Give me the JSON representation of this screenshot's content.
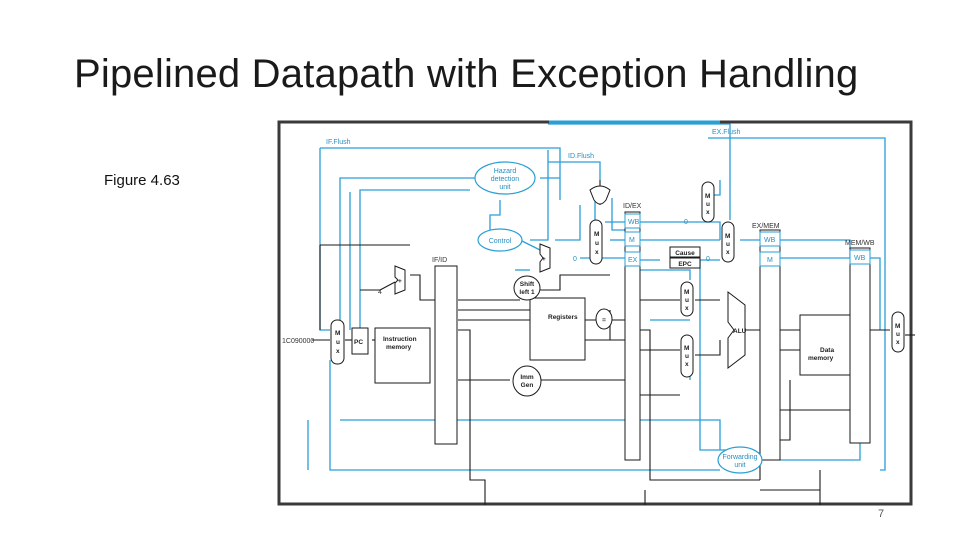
{
  "slide": {
    "title": "Pipelined Datapath with Exception Handling",
    "caption": "Figure 4.63",
    "page_number": "7"
  },
  "diagram": {
    "labels": {
      "if_flush": "IF.Flush",
      "id_flush": "ID.Flush",
      "ex_flush": "EX.Flush",
      "hazard_line1": "Hazard",
      "hazard_line2": "detection",
      "hazard_line3": "unit",
      "control": "Control",
      "if_id": "IF/ID",
      "id_ex": "ID/EX",
      "ex_mem": "EX/MEM",
      "mem_wb": "MEM/WB",
      "wb": "WB",
      "m": "M",
      "ex": "EX",
      "cause": "Cause",
      "epc": "EPC",
      "shift_line1": "Shift",
      "shift_line2": "left 1",
      "registers": "Registers",
      "equals": "=",
      "imm_line1": "Imm",
      "imm_line2": "Gen",
      "alu": "ALU",
      "data_mem_line1": "Data",
      "data_mem_line2": "memory",
      "instr_mem_line1": "Instruction",
      "instr_mem_line2": "memory",
      "pc": "PC",
      "address": "1C090000",
      "four": "4",
      "zero": "0",
      "fwd_line1": "Forwarding",
      "fwd_line2": "unit",
      "mux_m": "M",
      "mux_u": "u",
      "mux_x": "x",
      "plus": "+"
    },
    "colors": {
      "control_wire": "#2a9fd6",
      "data_wire": "#1a1a1a",
      "frame": "#3a3a3a",
      "unit_fill": "#ffffff"
    }
  }
}
